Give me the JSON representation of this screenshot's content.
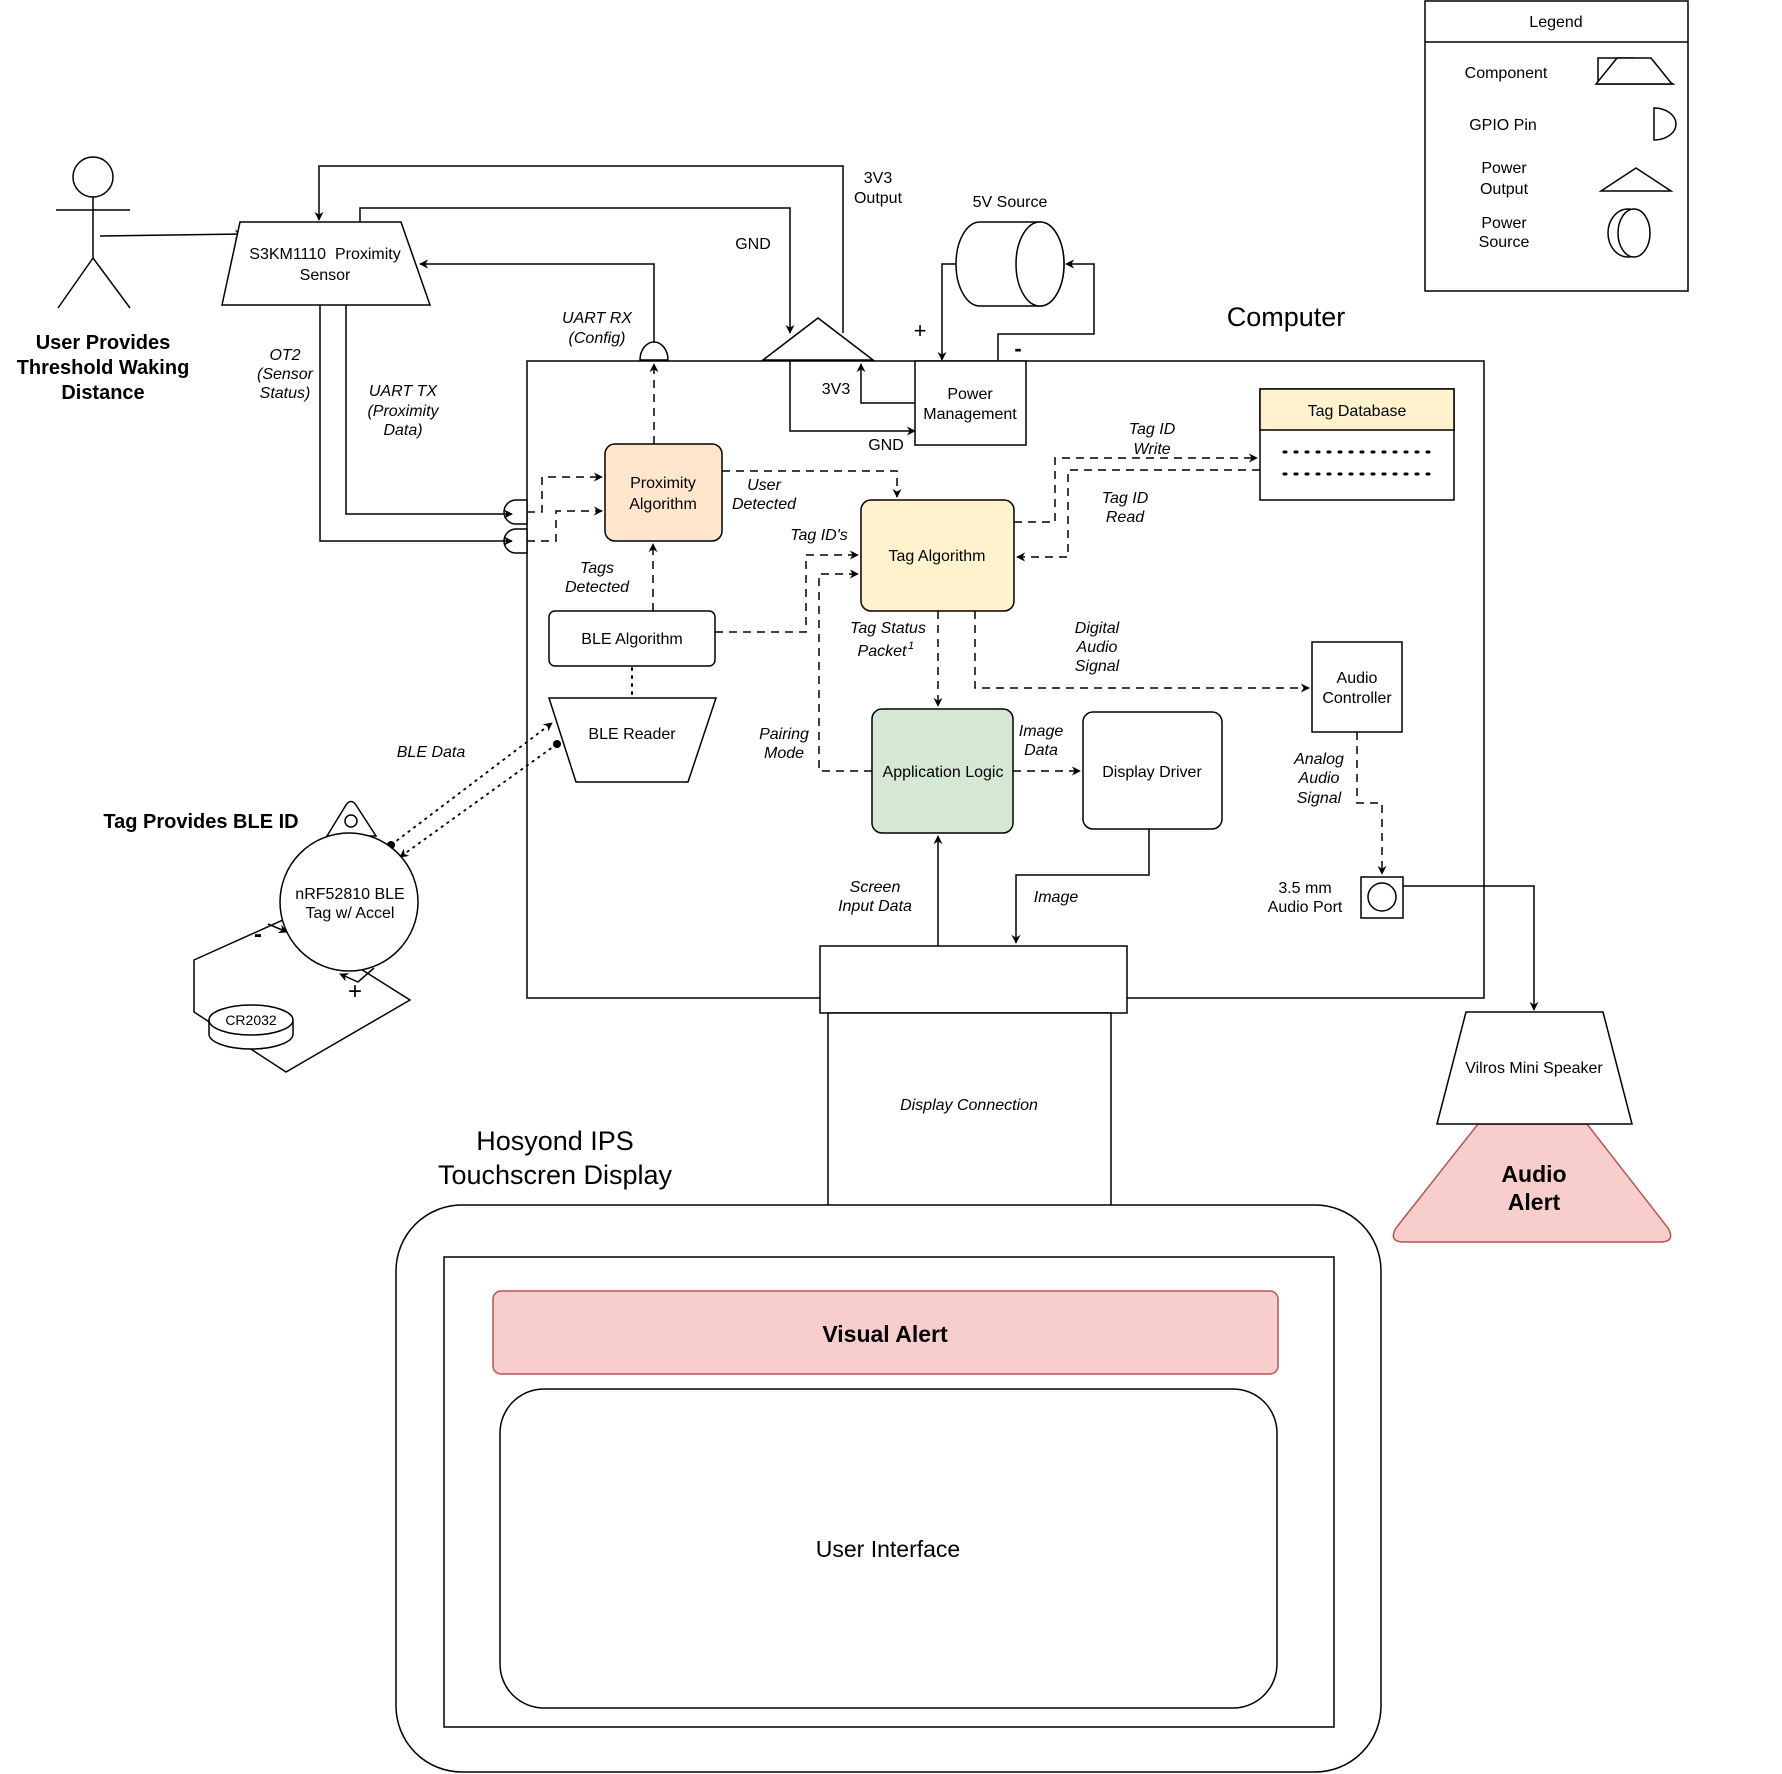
{
  "legend": {
    "title": "Legend",
    "component": "Component",
    "gpio_pin": "GPIO Pin",
    "power_output": [
      "Power",
      "Output"
    ],
    "power_source": [
      "Power",
      "Source"
    ]
  },
  "user": {
    "label": [
      "User Provides",
      "Threshold Waking",
      "Distance"
    ]
  },
  "sensor": {
    "name": [
      "S3KM1110  Proximity",
      "Sensor"
    ]
  },
  "labels": {
    "output_3v3": [
      "3V3",
      "Output"
    ],
    "gnd_top": "GND",
    "source_5v": "5V Source",
    "computer": "Computer",
    "plus_top": "+",
    "minus_top": "-",
    "uart_rx": [
      "UART RX",
      "(Config)"
    ],
    "ot2": [
      "OT2",
      "(Sensor",
      "Status)"
    ],
    "uart_tx": [
      "UART TX",
      "(Proximity",
      "Data)"
    ],
    "v3_inner": "3V3",
    "gnd_inner": "GND",
    "user_detected": [
      "User",
      "Detected"
    ],
    "tag_id_write": [
      "Tag ID",
      "Write"
    ],
    "tag_id_read": [
      "Tag ID",
      "Read"
    ],
    "tag_ids": "Tag ID's",
    "tags_detected": [
      "Tags",
      "Detected"
    ],
    "tag_status_packet": [
      "Tag Status",
      "Packet"
    ],
    "tag_status_sup": "1",
    "digital_audio": [
      "Digital",
      "Audio",
      "Signal"
    ],
    "pairing_mode": [
      "Pairing",
      "Mode"
    ],
    "image_data": [
      "Image",
      "Data"
    ],
    "analog_audio": [
      "Analog",
      "Audio",
      "Signal"
    ],
    "ble_data": "BLE Data",
    "screen_input": [
      "Screen",
      "Input Data"
    ],
    "image": "Image",
    "audio_port": [
      "3.5 mm",
      "Audio Port"
    ],
    "tag_provides": "Tag Provides BLE ID",
    "tag_minus": "-",
    "tag_plus": "+",
    "display_connection": "Display Connection",
    "display_name": [
      "Hosyond IPS",
      "Touchscren Display"
    ]
  },
  "blocks": {
    "power_management": [
      "Power",
      "Management"
    ],
    "tag_database": "Tag Database",
    "proximity_algorithm": [
      "Proximity",
      "Algorithm"
    ],
    "tag_algorithm": "Tag Algorithm",
    "ble_algorithm": "BLE Algorithm",
    "ble_reader": "BLE Reader",
    "audio_controller": [
      "Audio",
      "Controller"
    ],
    "application_logic": "Application Logic",
    "display_driver": "Display Driver",
    "ble_tag": [
      "nRF52810 BLE",
      "Tag w/ Accel"
    ],
    "battery": "CR2032",
    "speaker": "Vilros Mini Speaker",
    "audio_alert": [
      "Audio",
      "Alert"
    ],
    "visual_alert": "Visual Alert",
    "user_interface": "User Interface"
  },
  "colors": {
    "proximity_fill": "#FFE6CC",
    "tag_algo_fill": "#FFF2CC",
    "app_logic_fill": "#D5E8D4",
    "alert_fill": "#F8CECC",
    "alert_stroke": "#B85450",
    "db_header_fill": "#FFF2CC"
  }
}
